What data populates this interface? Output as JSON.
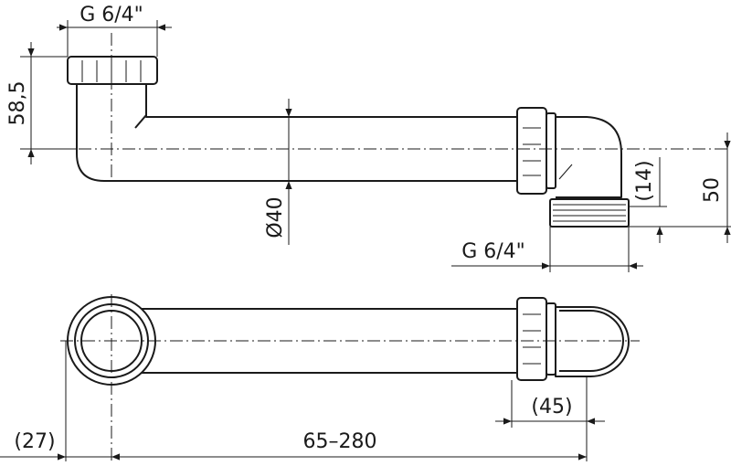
{
  "dimensions": {
    "top_thread": "G 6/4\"",
    "height_58": "58,5",
    "diameter": "Ø40",
    "offset_14": "(14)",
    "height_50": "50",
    "outlet_thread": "G 6/4\"",
    "width_45": "(45)",
    "offset_27": "(27)",
    "length_range": "65–280"
  }
}
